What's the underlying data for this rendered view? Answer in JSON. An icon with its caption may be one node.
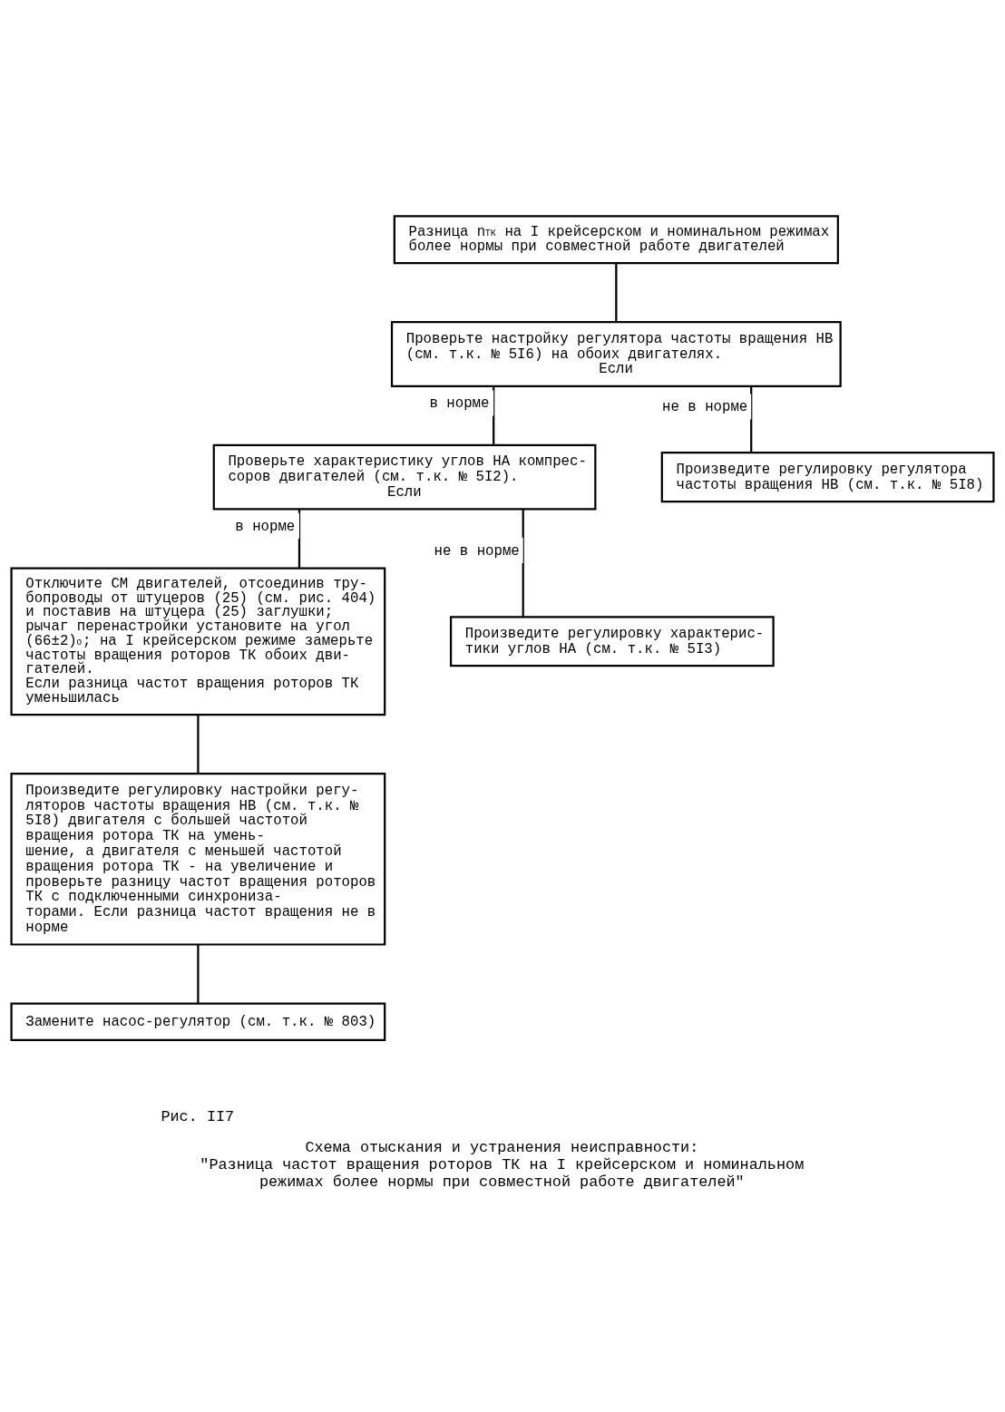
{
  "diagram": {
    "caption": "Схема отыскания и устранения неисправности: \"Разница частот вращения роторов ТК на I крейсерском и номинальном режимах более нормы при совместной работе двигателей\"",
    "nodes": [
      {
        "text": [
          "Разница n$_{ТК}$ на I крейсерском и номинальном режимах более нормы при совместной работе двигателей"
        ]
      },
      {
        "text": [
          "Проверьте настройку регулятора частоты вращения НВ (см. т.к. № 5I6) на обоих двигателях.",
          "Если"
        ]
      },
      {
        "text": [
          "Проверьте характеристику углов НА компрес- соров двигателей (см. т.к. № 5I2).",
          "Если"
        ]
      },
      {
        "text": [
          "Произведите регулировку регулятора частоты вращения НВ (см. т.к. № 5I8)"
        ]
      },
      {
        "text": [
          "Отключите СМ двигателей, отсоединив тру- бопроводы от штуцеров (25) (см. рис. 404) и поставив на штуцера (25) заглушки; рычаг перенастройки установите на угол (66±2)$^{o}$; на I крейсерском режиме замерьте частоты вращения роторов ТК обоих дви- гателей.",
          "Если разница частот вращения роторов ТК уменьшилась"
        ]
      },
      {
        "text": [
          "Произведите регулировку характерис- тики углов НА (см. т.к. № 5I3)"
        ]
      },
      {
        "text": [
          "Произведите регулировку настройки регу- ляторов частоты вращения НВ (см. т.к. № 5I8) двигателя с большей частотой вращения ротора ТК на умень- шение, а двигателя с меньшей частотой вращения ротора ТК - на увеличение и проверьте разницу частот вращения роторов ТК с подключенными синхрониза- торами. Если разница частот вращения не в норме"
        ]
      },
      {
        "text": [
          "Замените насос-регулятор (см. т.к. № 803)"
        ]
      }
    ],
    "edges": [
      {
        "from": 0,
        "to": 1,
        "arrow": "none"
      },
      {
        "from": 1,
        "to": 2,
        "arrow": "none",
        "label": "в норме"
      },
      {
        "from": 1,
        "to": 3,
        "arrow": "none",
        "label": "не в норме"
      },
      {
        "from": 2,
        "to": 4,
        "arrow": "none",
        "label": "в норме"
      },
      {
        "from": 2,
        "to": 5,
        "arrow": "none",
        "label": "не в норме"
      },
      {
        "from": 4,
        "to": 6,
        "arrow": "none"
      },
      {
        "from": 6,
        "to": 7,
        "arrow": "none"
      }
    ],
    "labels": [
      "Рис. II7"
    ]
  }
}
